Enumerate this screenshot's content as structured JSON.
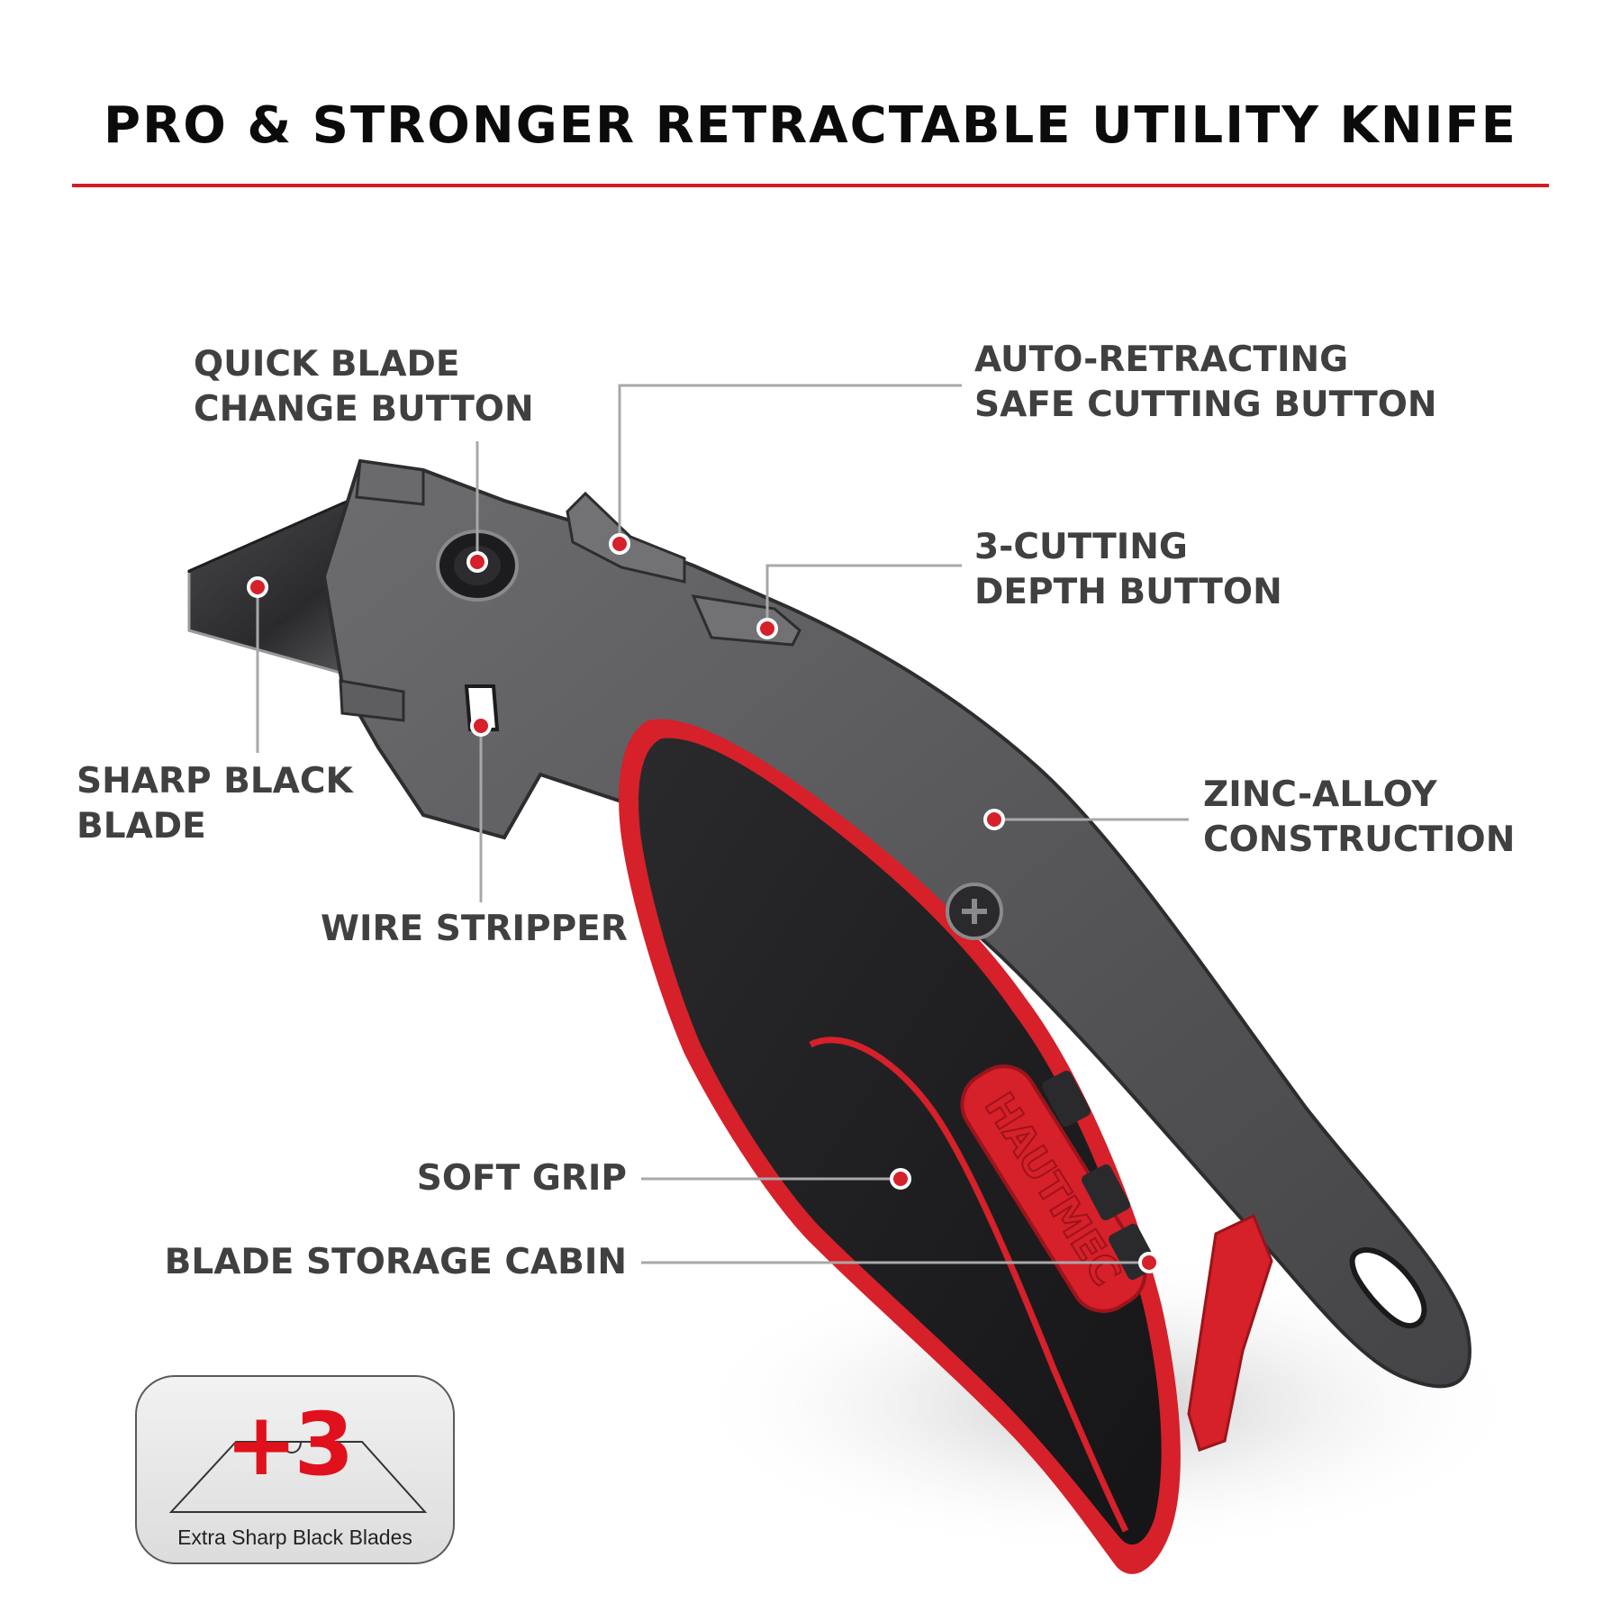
{
  "header": {
    "title": "PRO & STRONGER RETRACTABLE UTILITY KNIFE"
  },
  "callouts": {
    "quick_blade_change": [
      "QUICK BLADE",
      "CHANGE BUTTON"
    ],
    "auto_retracting": [
      "AUTO-RETRACTING",
      "SAFE CUTTING BUTTON"
    ],
    "cutting_depth": [
      "3-CUTTING",
      "DEPTH BUTTON"
    ],
    "sharp_blade": [
      "SHARP BLACK",
      "BLADE"
    ],
    "zinc_alloy": [
      "ZINC-ALLOY",
      "CONSTRUCTION"
    ],
    "wire_stripper": "WIRE STRIPPER",
    "soft_grip": "SOFT GRIP",
    "blade_storage": "BLADE STORAGE CABIN"
  },
  "product": {
    "brand_logo": "HAUTMEC"
  },
  "badge": {
    "count": "+3",
    "caption": "Extra Sharp Black Blades"
  },
  "colors": {
    "accent_red": "#cf1f27",
    "marker_red": "#d6202a",
    "body_gray": "#5b5b5d",
    "grip_black": "#1b1b1d",
    "label_gray": "#404040"
  }
}
